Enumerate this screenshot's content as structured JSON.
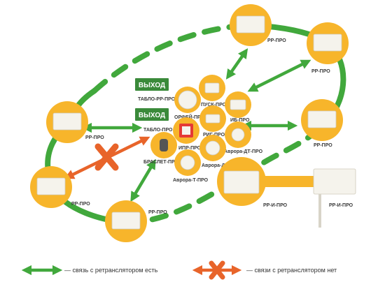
{
  "colors": {
    "orange": "#f7b52b",
    "green": "#41a83c",
    "red_cross": "#e8642a",
    "device": "#f5f3ec",
    "sign_green": "#3a8a3a"
  },
  "diagram": {
    "repeaters": {
      "top": "РР-ПРО",
      "right_top": "РР-ПРО",
      "right_mid": "РР-ПРО",
      "left_upper": "РР-ПРО",
      "left_lower": "РР-ПРО",
      "bottom": "РР-ПРО"
    },
    "devices": {
      "tablo_rr": "ТАБЛО-РР-ПРО",
      "tablo": "ТАБЛО-ПРО",
      "orfey": "ОРФЕЙ-ПРО",
      "pusk": "ПУСК-ПРО",
      "ib": "ИБ-ПРО",
      "rig": "РИГ-ПРО",
      "ipr": "ИПР-ПРО",
      "braslet": "БРАСЛЕТ-ПРО",
      "avrora_t": "Аврора-Т-ПРО",
      "avrora_d": "Аврора-Д-ПРО",
      "avrora_dt": "Аврора-ДТ-ПРО"
    },
    "exit_sign_top": "ВЫХОД",
    "exit_sign_bottom": "ВЫХОД",
    "rr_i_pro_left": "РР-И-ПРО",
    "rr_i_pro_right": "РР-И-ПРО"
  },
  "legend": {
    "link_yes": "— связь с ретранслятором есть",
    "link_no": "— связи с ретранслятором нет"
  }
}
